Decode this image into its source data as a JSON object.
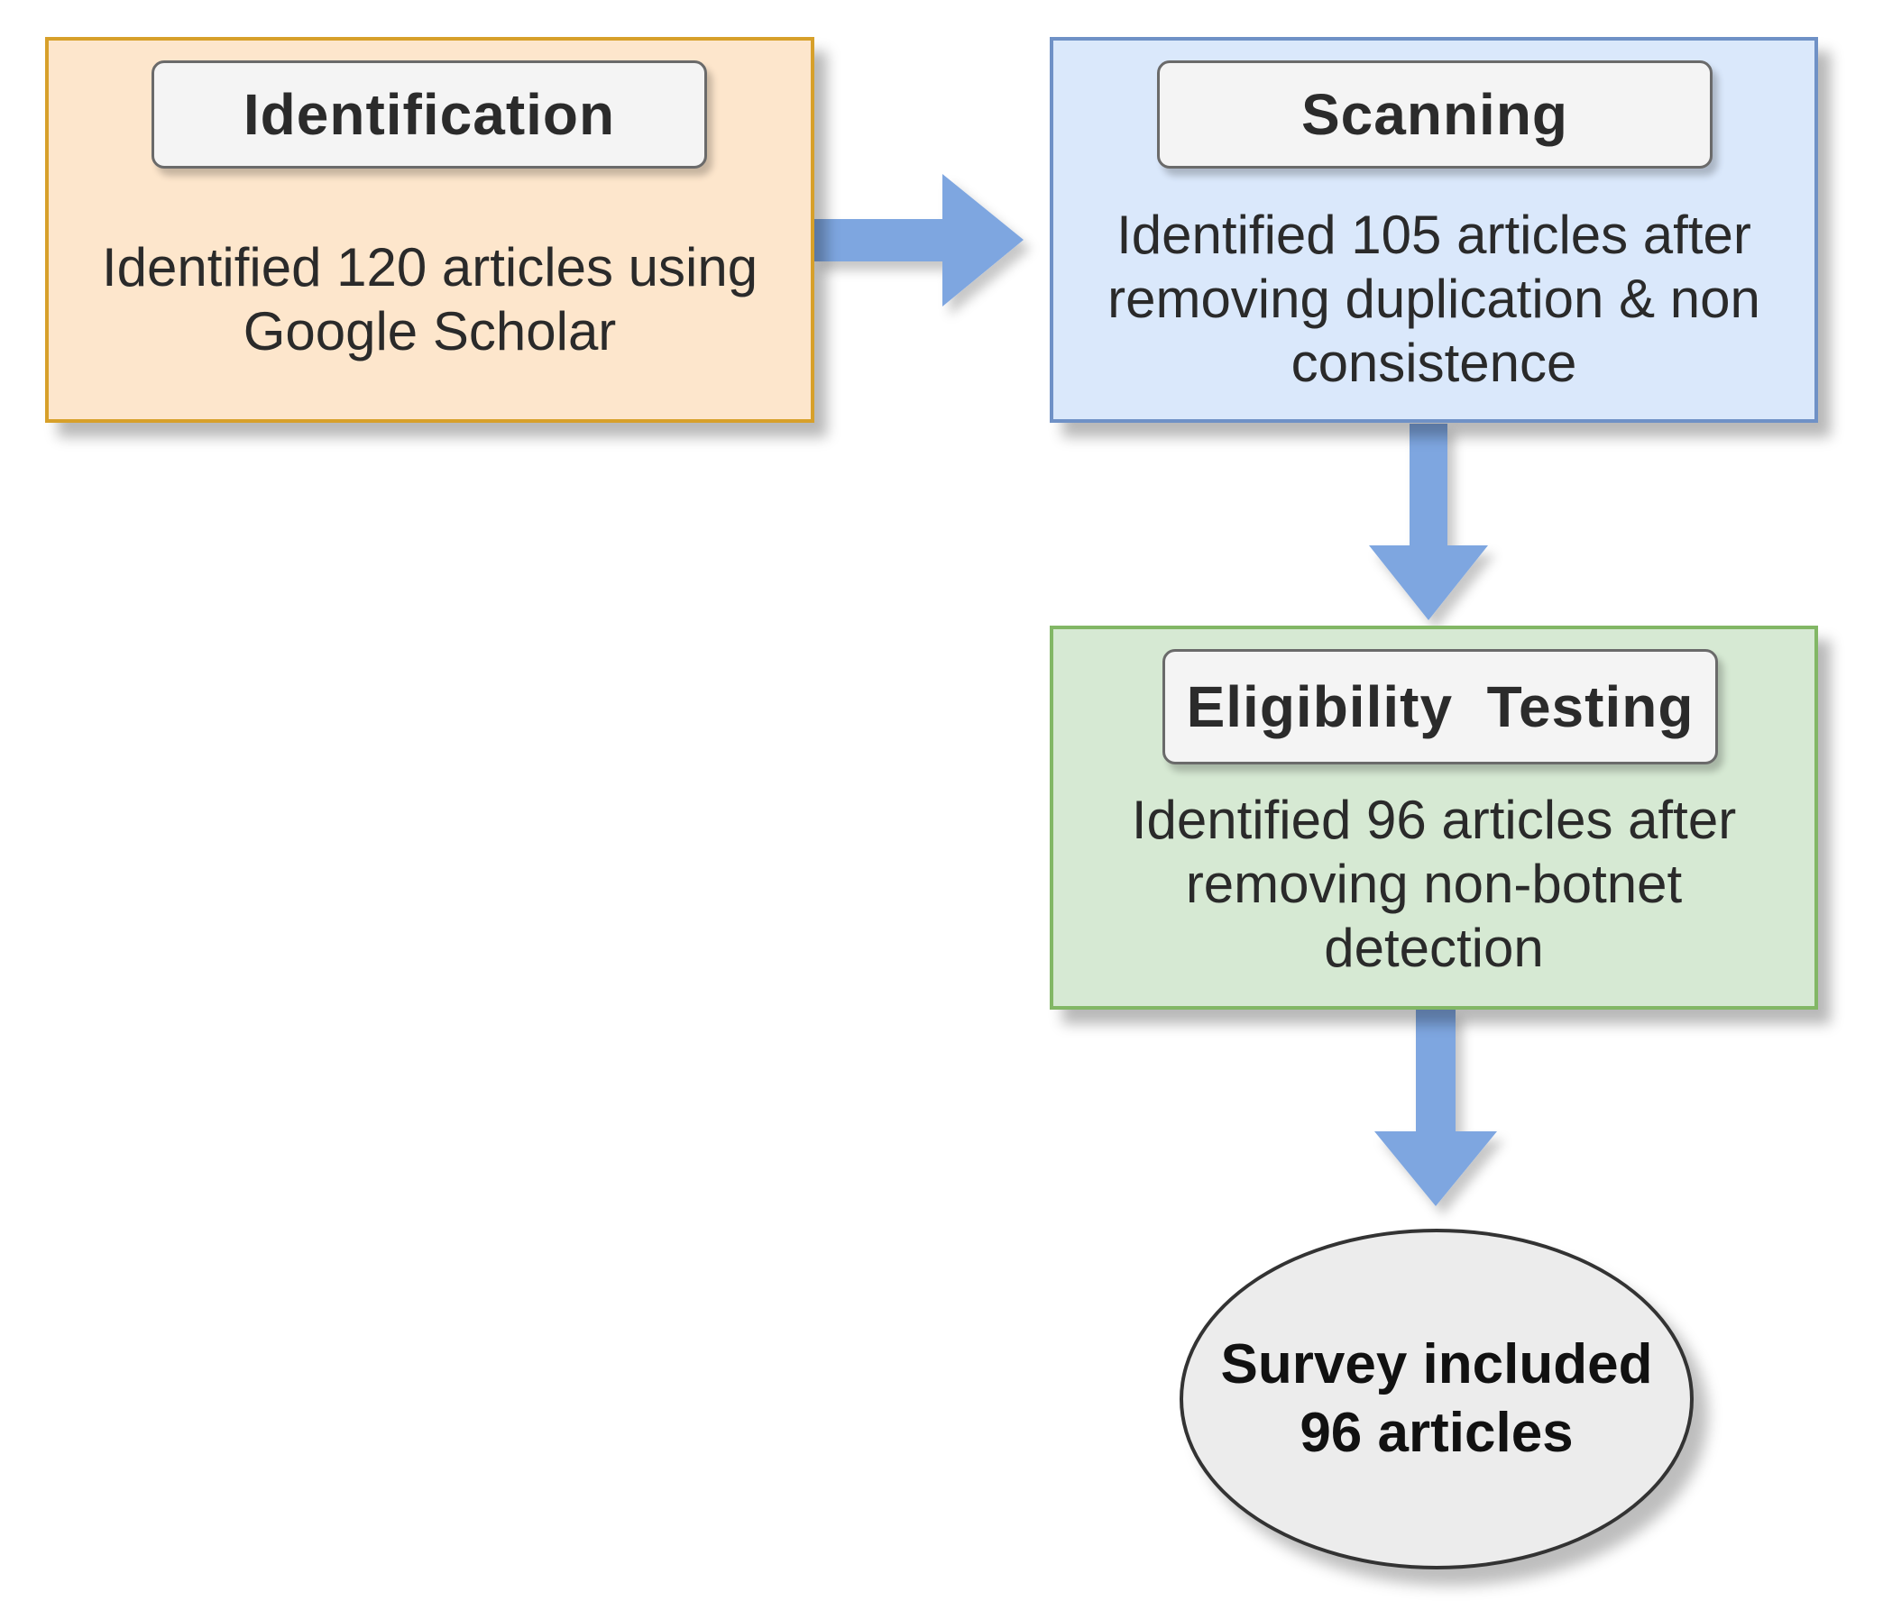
{
  "steps": {
    "identification": {
      "title": "Identification",
      "line1": "Identified 120 articles using",
      "line2": "Google Scholar"
    },
    "scanning": {
      "title": "Scanning",
      "line1": "Identified 105 articles after",
      "line2": "removing duplication & non",
      "line3": "consistence"
    },
    "eligibility": {
      "title": "Eligibility  Testing",
      "line1": "Identified 96 articles after",
      "line2": "removing non-botnet",
      "line3": "detection"
    }
  },
  "result": {
    "line1": "Survey included",
    "line2": "96 articles"
  },
  "colors": {
    "arrow": "#7ea6e0",
    "identification_fill": "#fde6cc",
    "identification_border": "#d7a02a",
    "scanning_fill": "#dae8fb",
    "scanning_border": "#6f91c6",
    "eligibility_fill": "#d6e9d3",
    "eligibility_border": "#82b765",
    "result_fill": "#ececec"
  }
}
